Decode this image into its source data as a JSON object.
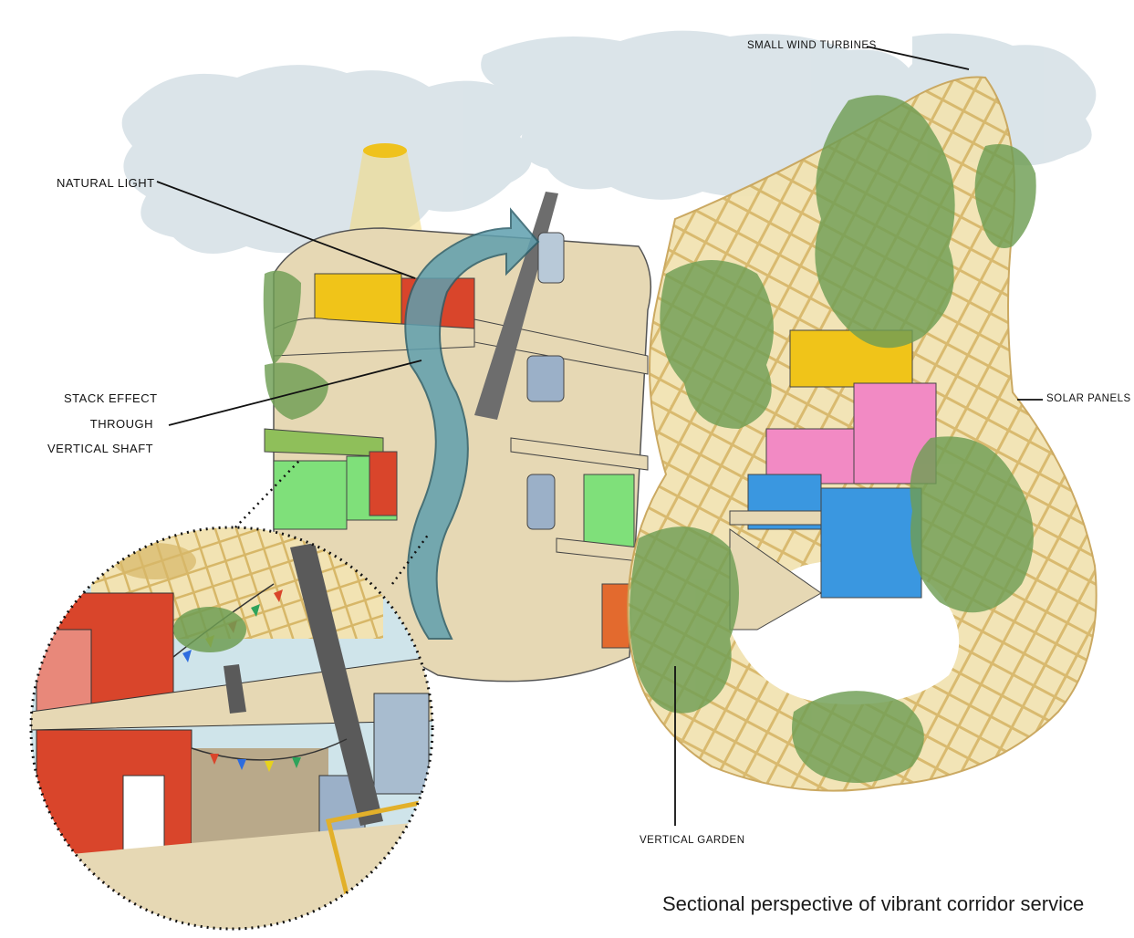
{
  "labels": {
    "natural_light": "NATURAL LIGHT",
    "stack_effect": [
      "STACK EFFECT",
      "THROUGH",
      "VERTICAL SHAFT"
    ],
    "small_wind_turbines": "SMALL WIND TURBINES",
    "solar_panels": "SOLAR PANELS",
    "vertical_garden": "VERTICAL GARDEN"
  },
  "caption": "Sectional perspective of vibrant corridor service",
  "colors": {
    "cloud": "#d9e3e8",
    "floor": "#e6d8b4",
    "bamboo": "#e8cf8a",
    "foliage": "#6f9e54",
    "airflow_arrow": "#5f9fae",
    "light_beam": "#f3d97a",
    "wall_yellow": "#f0c419",
    "wall_red": "#d9452b",
    "wall_green": "#7fe07a",
    "wall_pink": "#f28ac4",
    "wall_blue": "#3a97e0"
  }
}
